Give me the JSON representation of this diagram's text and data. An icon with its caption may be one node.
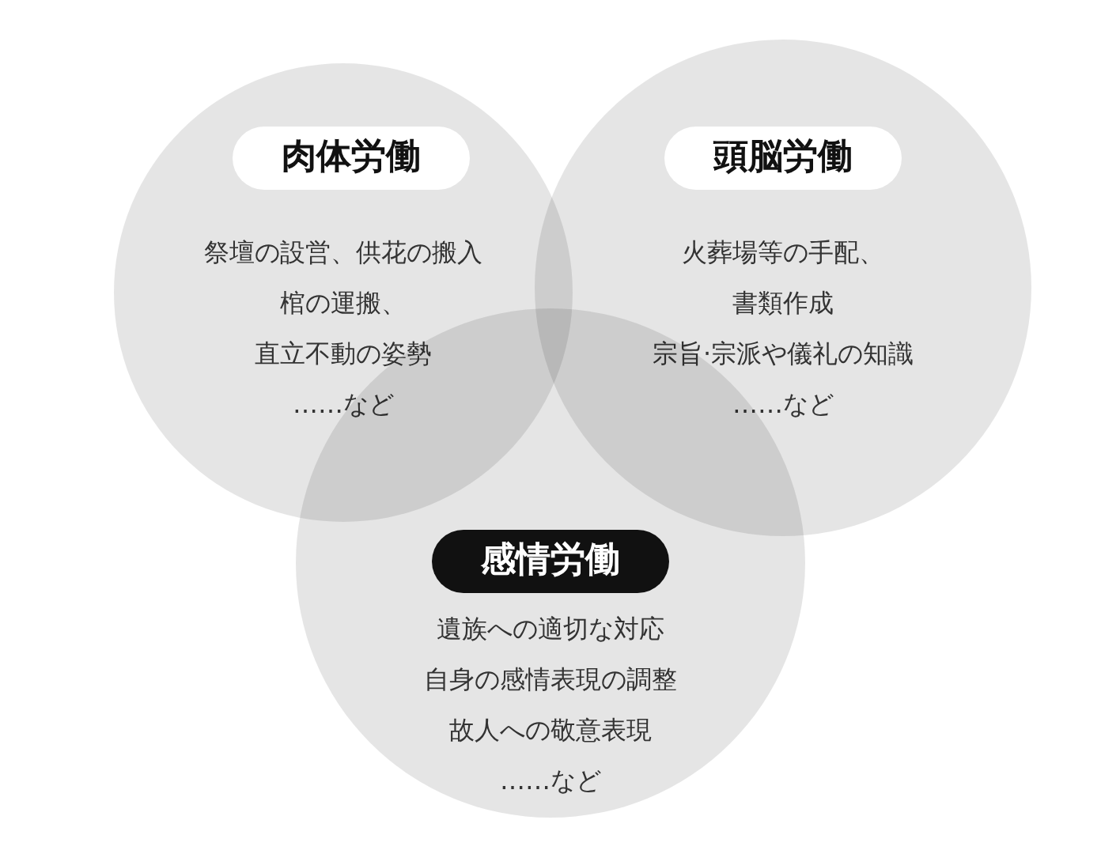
{
  "diagram": {
    "nodes": [
      {
        "text": [
          "肉体労働",
          "祭壇の設営、供花の搬入",
          "棺の運搬、",
          "直立不動の姿勢",
          "……など"
        ]
      },
      {
        "text": [
          "頭脳労働",
          "火葬場等の手配、",
          "書類作成",
          "宗旨·宗派や儀礼の知識",
          "……など"
        ]
      },
      {
        "text": [
          "感情労働",
          "遺族への適切な対応",
          "自身の感情表現の調整",
          "故人への敬意表現",
          "……など"
        ]
      }
    ],
    "edges": []
  }
}
